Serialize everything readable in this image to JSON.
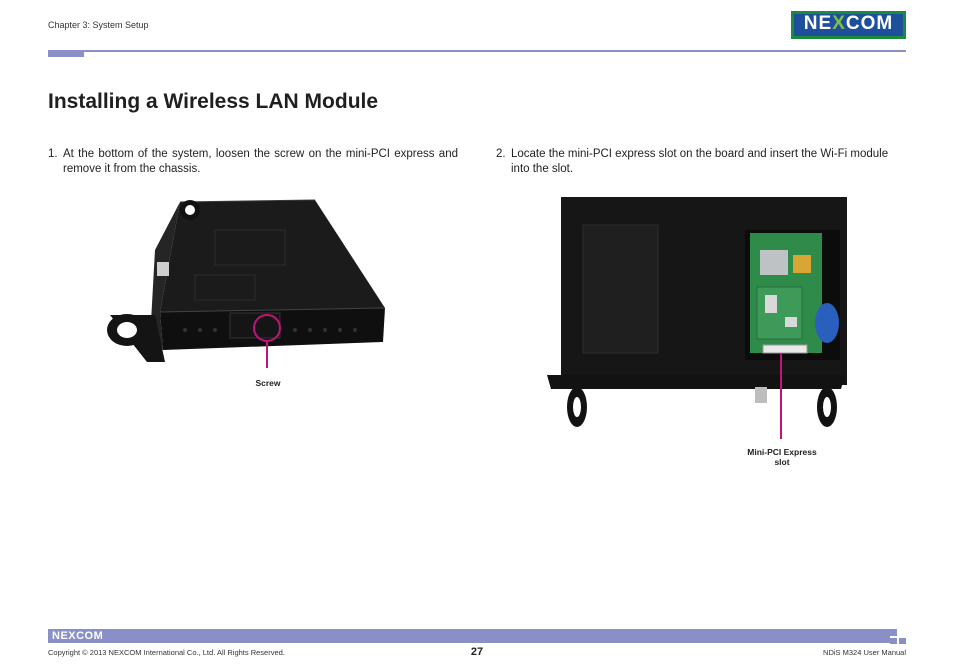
{
  "header": {
    "chapter": "Chapter 3: System Setup",
    "logo_text": "NE COM",
    "logo_x": "X"
  },
  "page_title": "Installing a Wireless LAN Module",
  "steps": [
    {
      "number": "1.",
      "text": "At the bottom of the system, loosen the screw on the mini-PCI express and remove it from the chassis."
    },
    {
      "number": "2.",
      "text": "Locate the mini-PCI express slot on the board and insert the Wi-Fi module into the slot."
    }
  ],
  "images": {
    "left_caption": "Screw",
    "right_caption_line1": "Mini-PCI Express",
    "right_caption_line2": "slot"
  },
  "colors": {
    "accent": "#8a8fc7",
    "callout": "#c0147a"
  },
  "footer": {
    "logo_text": "NEXCOM",
    "copyright": "Copyright © 2013 NEXCOM International Co., Ltd. All Rights Reserved.",
    "page_number": "27",
    "manual_name": "NDiS M324 User Manual"
  }
}
